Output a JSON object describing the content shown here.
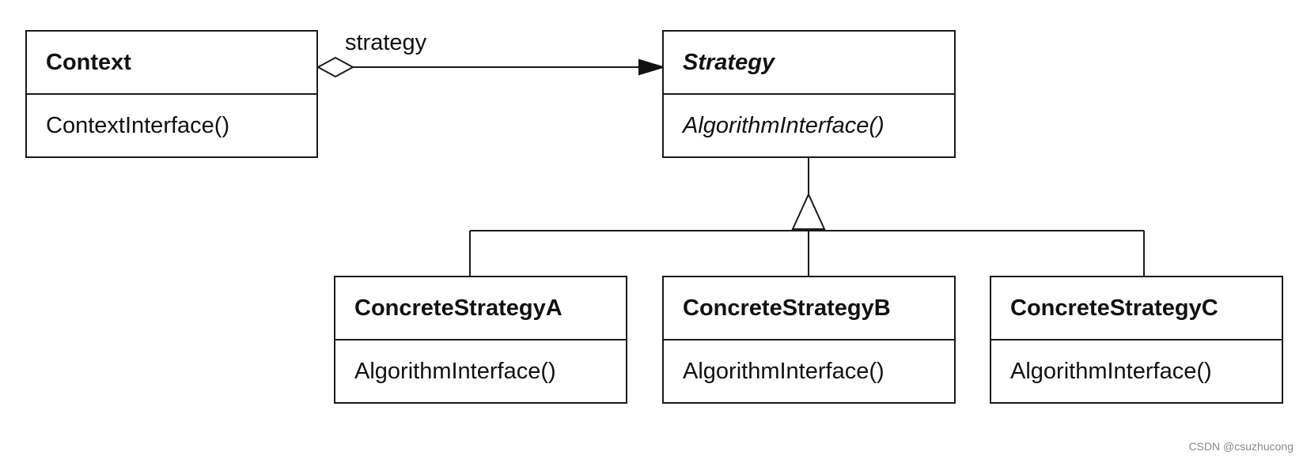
{
  "diagram": {
    "context": {
      "name": "Context",
      "operation": "ContextInterface()"
    },
    "association": {
      "role": "strategy"
    },
    "strategy": {
      "name": "Strategy",
      "operation": "AlgorithmInterface()",
      "abstract": true
    },
    "concrete_strategies": [
      {
        "name": "ConcreteStrategyA",
        "operation": "AlgorithmInterface()"
      },
      {
        "name": "ConcreteStrategyB",
        "operation": "AlgorithmInterface()"
      },
      {
        "name": "ConcreteStrategyC",
        "operation": "AlgorithmInterface()"
      }
    ]
  },
  "watermark": "CSDN @csuzhucong"
}
